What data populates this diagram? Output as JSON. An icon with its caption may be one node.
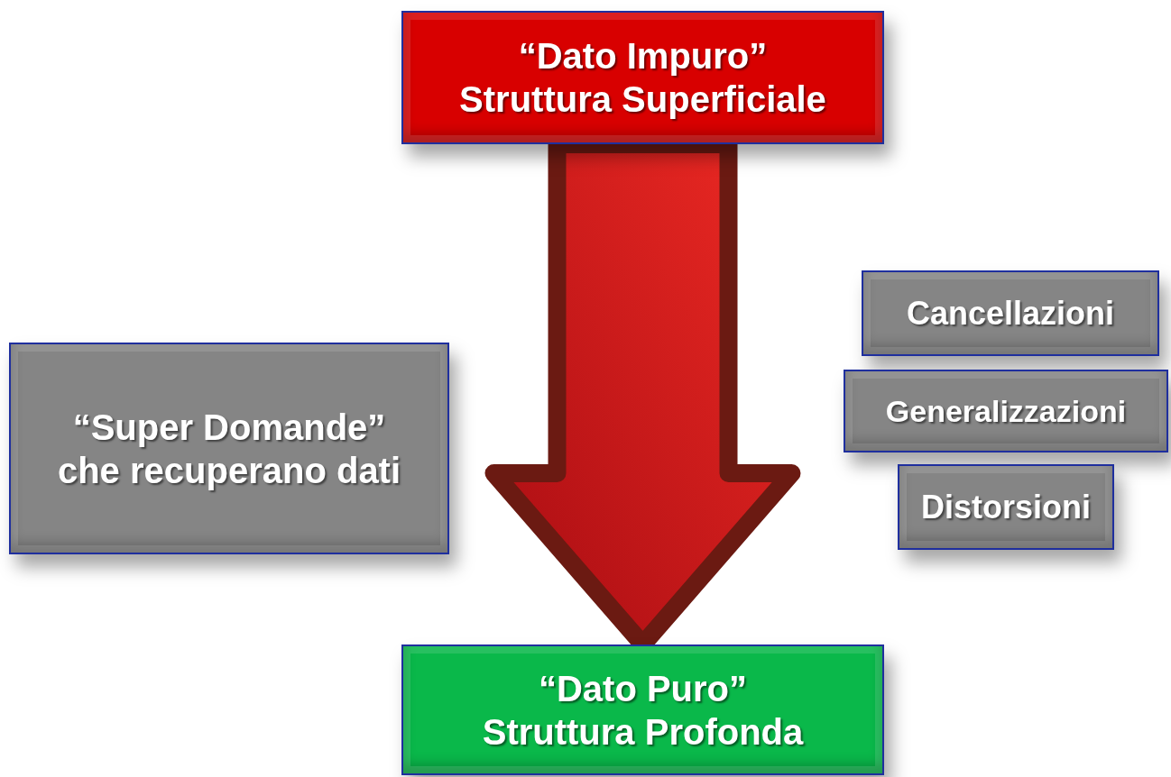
{
  "diagram": {
    "nodes": [
      {
        "text": [
          "“Dato Impuro”",
          "Struttura Superficiale"
        ]
      },
      {
        "text": [
          "“Super Domande”",
          "che recuperano dati"
        ]
      },
      {
        "text": [
          "Cancellazioni"
        ]
      },
      {
        "text": [
          "Generalizzazioni"
        ]
      },
      {
        "text": [
          "Distorsioni"
        ]
      },
      {
        "text": [
          "“Dato Puro”",
          "Struttura Profonda"
        ]
      }
    ],
    "edges": [
      {
        "from": 0,
        "to": 5,
        "arrow": "to",
        "style": "thick"
      }
    ]
  }
}
